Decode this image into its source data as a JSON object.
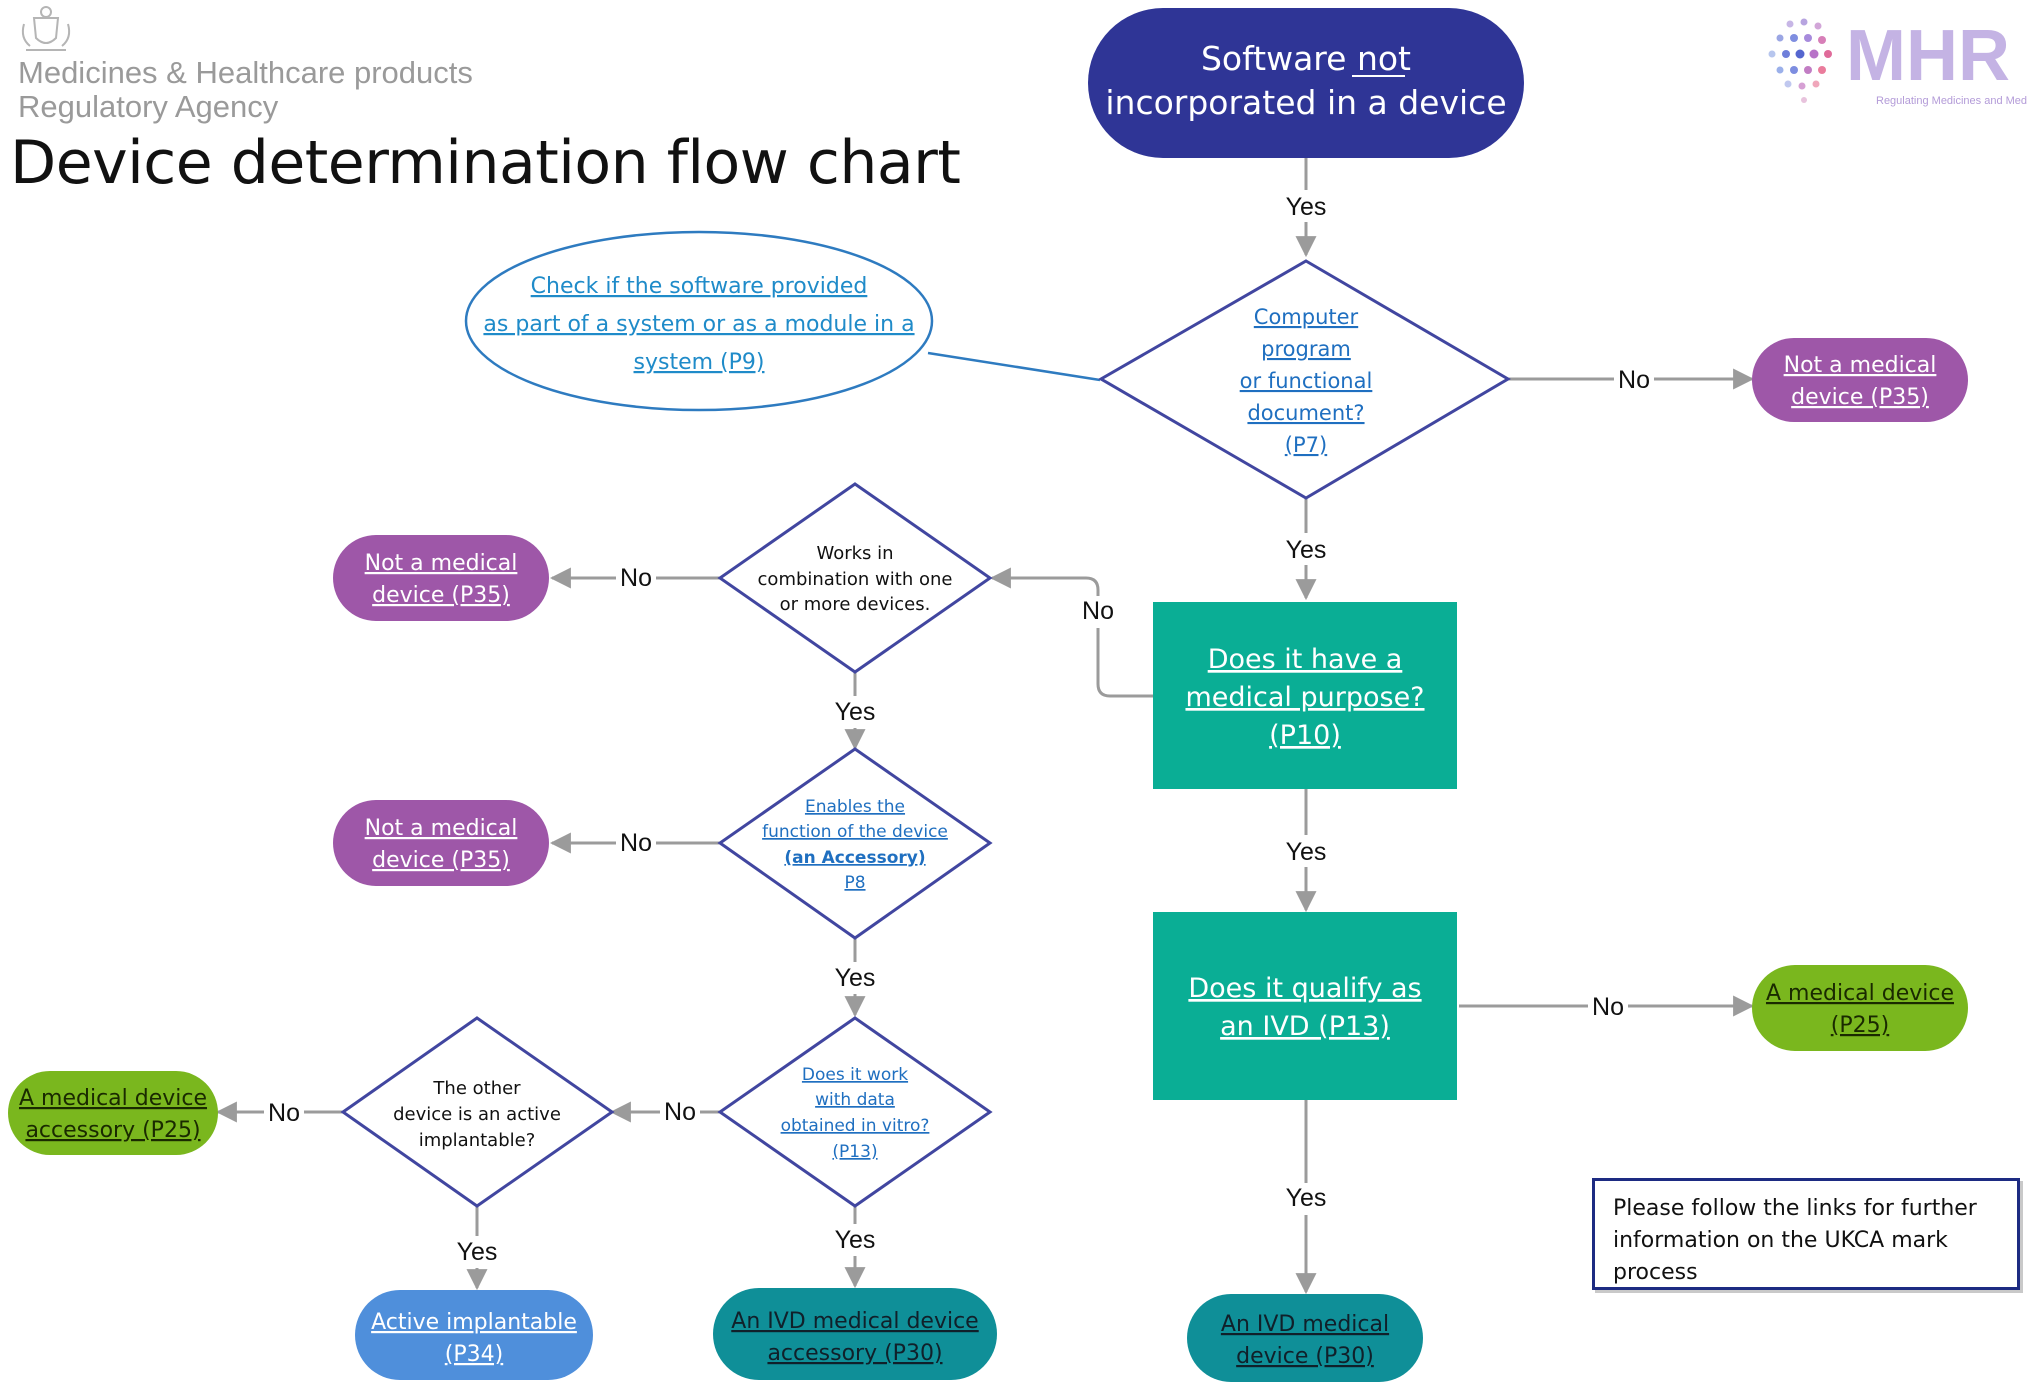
{
  "header": {
    "agency_line1": "Medicines & Healthcare products",
    "agency_line2": "Regulatory Agency",
    "title": "Device determination flow chart",
    "logo_text": "MHR",
    "logo_tagline": "Regulating Medicines and Med"
  },
  "nodes": {
    "start": [
      "Software not",
      "incorporated in a device"
    ],
    "start_emphasis": "not",
    "check_system": [
      "Check if the software provided",
      "as part of a system or as a module in a",
      "system (P9)"
    ],
    "q_program": [
      "Computer",
      "program",
      "or functional",
      "document?",
      "(P7)"
    ],
    "not_medical_top": [
      "Not a medical",
      "device (P35)"
    ],
    "q_purpose": [
      "Does it have a",
      "medical purpose?",
      "(P10)"
    ],
    "q_combination": [
      "Works in",
      "combination with one",
      "or more devices."
    ],
    "not_medical_mid": [
      "Not a medical",
      "device (P35)"
    ],
    "q_accessory": [
      "Enables the",
      "function of the device",
      "(an Accessory)",
      "P8"
    ],
    "not_medical_low": [
      "Not a medical",
      "device (P35)"
    ],
    "q_ivd": [
      "Does it qualify as",
      "an IVD (P13)"
    ],
    "medical_device": [
      "A medical device",
      "(P25)"
    ],
    "q_invitro": [
      "Does it work",
      "with data",
      "obtained in vitro?",
      "(P13)"
    ],
    "q_implantable": [
      "The other",
      "device is an active",
      "implantable?"
    ],
    "md_accessory": [
      "A medical device",
      "accessory (P25)"
    ],
    "active_implantable": [
      "Active implantable",
      "(P34)"
    ],
    "ivd_accessory": [
      "An IVD medical device",
      "accessory (P30)"
    ],
    "ivd_device": [
      "An IVD medical",
      "device (P30)"
    ]
  },
  "edge_labels": {
    "yes": "Yes",
    "no": "No"
  },
  "note": "Please follow the links for further information on the UKCA mark process",
  "colors": {
    "navy": "#2f3596",
    "teal": "#0aae95",
    "purple": "#9e57a8",
    "green": "#7ab71e",
    "blue": "#4f8fdb",
    "dark_teal": "#0f8f98",
    "diamond_stroke": "#4146a0",
    "ellipse_stroke": "#2e7bc0",
    "link_blue": "#1f8bc9",
    "arrow_gray": "#9b9b9b"
  }
}
